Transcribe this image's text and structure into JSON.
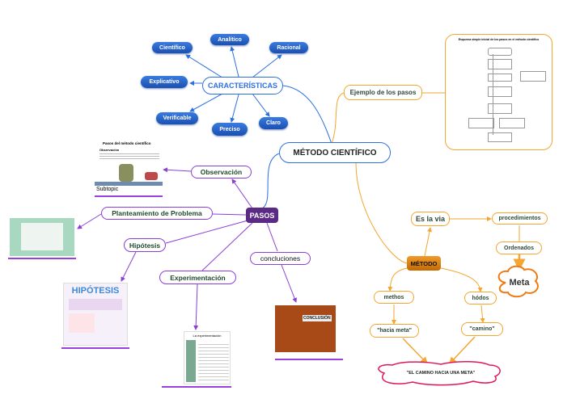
{
  "root": {
    "label": "MÉTODO CIENTÍFICO"
  },
  "caracteristicas": {
    "label": "CARACTERÍSTICAS",
    "items": [
      "Analítico",
      "Científico",
      "Racional",
      "Explicativo",
      "Verificable",
      "Preciso",
      "Claro"
    ]
  },
  "ejemplo": {
    "label": "Ejemplo de los pasos",
    "image_title": "Esquema simple inicial de los pasos en el método científico"
  },
  "pasos": {
    "label": "PASOS",
    "items": [
      {
        "label": "Observación",
        "image_title": "Pasos del método científico",
        "image_subtitle": "Observación",
        "caption": "Subtopic"
      },
      {
        "label": "Planteamiento de Problema"
      },
      {
        "label": "Hipótesis",
        "image_title": "HIPÓTESIS"
      },
      {
        "label": "Experimentación",
        "image_title": "La experimentación"
      },
      {
        "label": "concluciones",
        "image_title": "CONCLUSIÓN"
      }
    ]
  },
  "metodo": {
    "label": "MÉTODO",
    "es_la_via": "Es la via",
    "procedimientos": "procedimientos",
    "ordenados": "Ordenados",
    "meta": "Meta",
    "methos": "methos",
    "hodos": "hódos",
    "hacia_meta": "\"hacia meta\"",
    "camino": "\"camino\"",
    "camino_meta": "\"EL CAMINO HACIA UNA META\""
  },
  "colors": {
    "blue": "#2c6fe0",
    "purple": "#8b3fd8",
    "orange": "#f3a630",
    "pink": "#e0185a"
  }
}
